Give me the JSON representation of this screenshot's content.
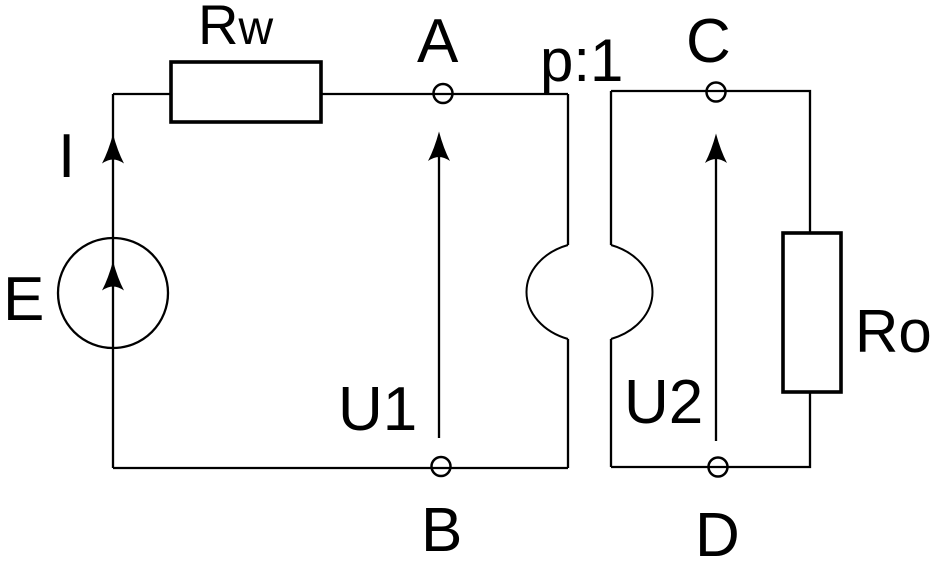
{
  "diagram": {
    "type": "circuit-schematic"
  },
  "labels": {
    "source": "E",
    "current": "I",
    "series_resistor": {
      "main": "R",
      "sub": "w"
    },
    "node_a": "A",
    "node_b": "B",
    "node_c": "C",
    "node_d": "D",
    "primary_voltage": "U1",
    "secondary_voltage": "U2",
    "ratio": "p:1",
    "load_resistor": "Ro"
  },
  "colors": {
    "line": "#000000",
    "background": "#ffffff"
  }
}
